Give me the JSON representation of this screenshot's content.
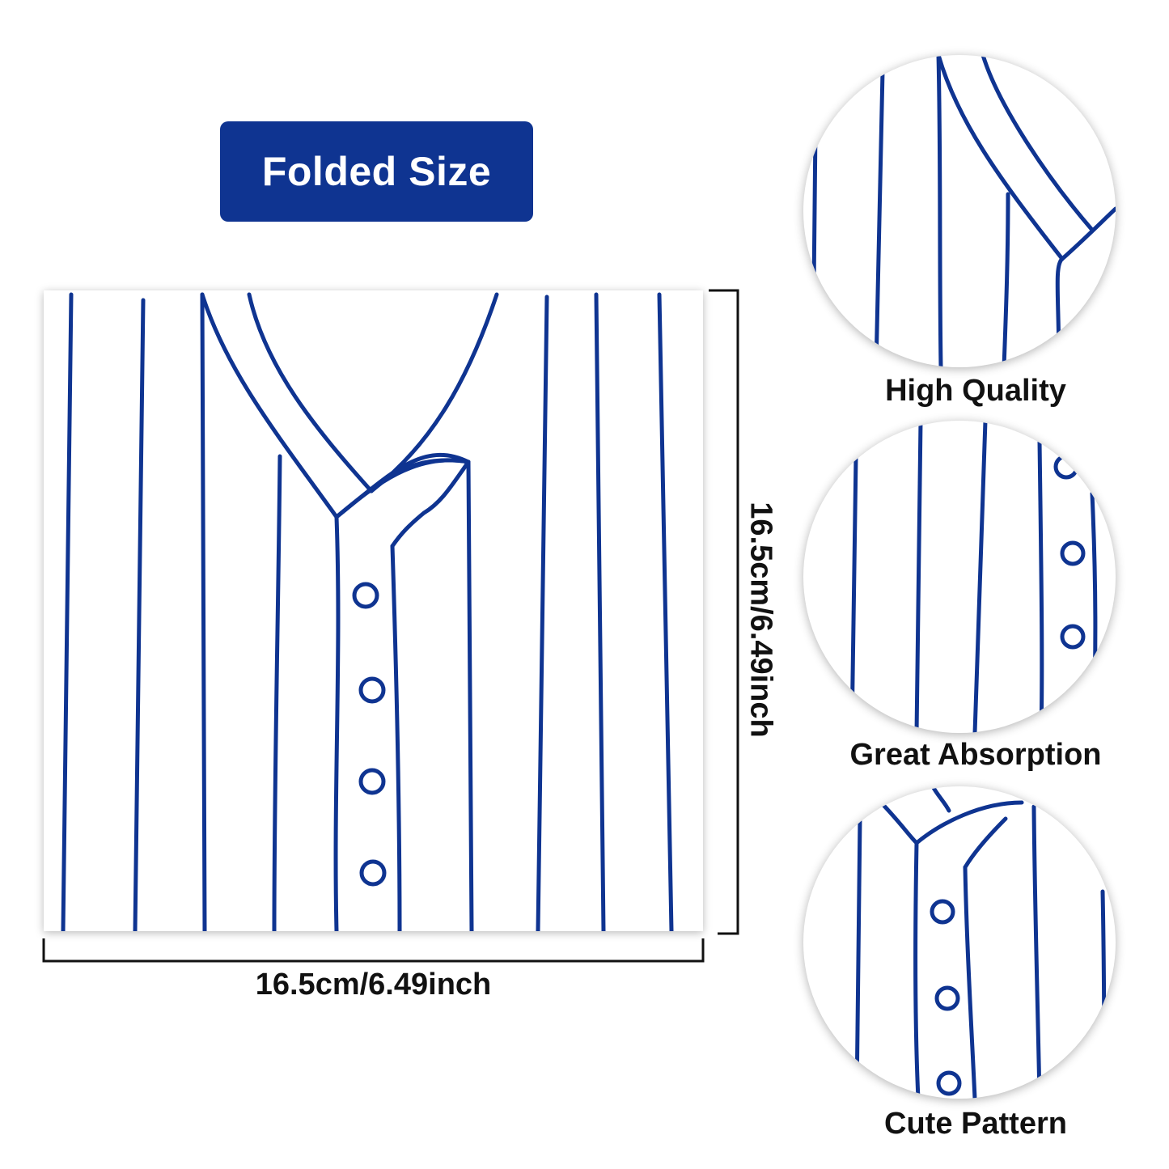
{
  "badge": {
    "label": "Folded Size"
  },
  "dimensions": {
    "width_label": "16.5cm/6.49inch",
    "height_label": "16.5cm/6.49inch"
  },
  "features": [
    {
      "label": "High Quality"
    },
    {
      "label": "Great Absorption"
    },
    {
      "label": "Cute Pattern"
    }
  ],
  "colors": {
    "brand_blue": "#0f3491",
    "stripe_blue": "#0f3491"
  }
}
